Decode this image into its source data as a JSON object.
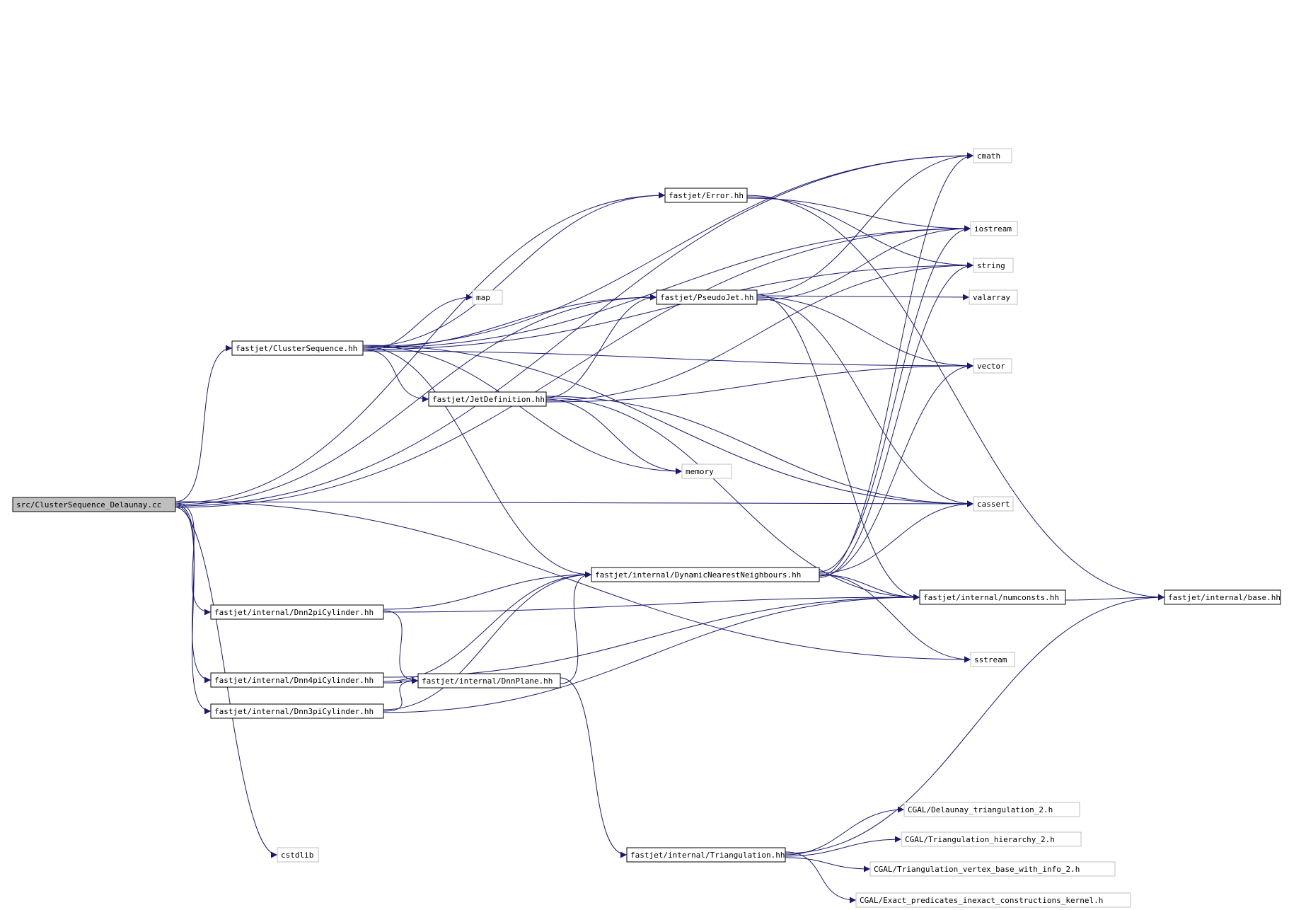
{
  "graph": {
    "colors": {
      "edge": "#191970",
      "root_fill": "#bfbfbf",
      "documented_border": "#000000",
      "external_border": "#bfbfbf",
      "node_fill": "#ffffff",
      "text": "#000000"
    },
    "nodes": [
      {
        "id": "root",
        "label": "src/ClusterSequence_Delaunay.cc",
        "kind": "root"
      },
      {
        "id": "cs",
        "label": "fastjet/ClusterSequence.hh",
        "kind": "doc"
      },
      {
        "id": "error",
        "label": "fastjet/Error.hh",
        "kind": "doc"
      },
      {
        "id": "pseudojet",
        "label": "fastjet/PseudoJet.hh",
        "kind": "doc"
      },
      {
        "id": "jetdef",
        "label": "fastjet/JetDefinition.hh",
        "kind": "doc"
      },
      {
        "id": "dnn",
        "label": "fastjet/internal/DynamicNearestNeighbours.hh",
        "kind": "doc"
      },
      {
        "id": "numconsts",
        "label": "fastjet/internal/numconsts.hh",
        "kind": "doc"
      },
      {
        "id": "base",
        "label": "fastjet/internal/base.hh",
        "kind": "doc"
      },
      {
        "id": "dnn2pi",
        "label": "fastjet/internal/Dnn2piCylinder.hh",
        "kind": "doc"
      },
      {
        "id": "dnn4pi",
        "label": "fastjet/internal/Dnn4piCylinder.hh",
        "kind": "doc"
      },
      {
        "id": "dnn3pi",
        "label": "fastjet/internal/Dnn3piCylinder.hh",
        "kind": "doc"
      },
      {
        "id": "dnnplane",
        "label": "fastjet/internal/DnnPlane.hh",
        "kind": "doc"
      },
      {
        "id": "triang",
        "label": "fastjet/internal/Triangulation.hh",
        "kind": "doc"
      },
      {
        "id": "map",
        "label": "map",
        "kind": "ext"
      },
      {
        "id": "memory",
        "label": "memory",
        "kind": "ext"
      },
      {
        "id": "cmath",
        "label": "cmath",
        "kind": "ext"
      },
      {
        "id": "iostream",
        "label": "iostream",
        "kind": "ext"
      },
      {
        "id": "string",
        "label": "string",
        "kind": "ext"
      },
      {
        "id": "valarray",
        "label": "valarray",
        "kind": "ext"
      },
      {
        "id": "vector",
        "label": "vector",
        "kind": "ext"
      },
      {
        "id": "cassert",
        "label": "cassert",
        "kind": "ext"
      },
      {
        "id": "sstream",
        "label": "sstream",
        "kind": "ext"
      },
      {
        "id": "cstdlib",
        "label": "cstdlib",
        "kind": "ext"
      },
      {
        "id": "cgal_del",
        "label": "CGAL/Delaunay_triangulation_2.h",
        "kind": "ext"
      },
      {
        "id": "cgal_hier",
        "label": "CGAL/Triangulation_hierarchy_2.h",
        "kind": "ext"
      },
      {
        "id": "cgal_vb",
        "label": "CGAL/Triangulation_vertex_base_with_info_2.h",
        "kind": "ext"
      },
      {
        "id": "cgal_kern",
        "label": "CGAL/Exact_predicates_inexact_constructions_kernel.h",
        "kind": "ext"
      }
    ],
    "edges": [
      [
        "root",
        "cs"
      ],
      [
        "root",
        "error"
      ],
      [
        "root",
        "pseudojet"
      ],
      [
        "root",
        "cmath"
      ],
      [
        "root",
        "iostream"
      ],
      [
        "root",
        "cassert"
      ],
      [
        "root",
        "dnn2pi"
      ],
      [
        "root",
        "dnn4pi"
      ],
      [
        "root",
        "dnn3pi"
      ],
      [
        "root",
        "cstdlib"
      ],
      [
        "root",
        "sstream"
      ],
      [
        "cs",
        "error"
      ],
      [
        "cs",
        "pseudojet"
      ],
      [
        "cs",
        "jetdef"
      ],
      [
        "cs",
        "map"
      ],
      [
        "cs",
        "memory"
      ],
      [
        "cs",
        "cmath"
      ],
      [
        "cs",
        "iostream"
      ],
      [
        "cs",
        "string"
      ],
      [
        "cs",
        "vector"
      ],
      [
        "cs",
        "cassert"
      ],
      [
        "cs",
        "dnn"
      ],
      [
        "error",
        "base"
      ],
      [
        "error",
        "string"
      ],
      [
        "error",
        "iostream"
      ],
      [
        "pseudojet",
        "numconsts"
      ],
      [
        "pseudojet",
        "valarray"
      ],
      [
        "pseudojet",
        "vector"
      ],
      [
        "pseudojet",
        "cassert"
      ],
      [
        "pseudojet",
        "iostream"
      ],
      [
        "pseudojet",
        "cmath"
      ],
      [
        "jetdef",
        "pseudojet"
      ],
      [
        "jetdef",
        "memory"
      ],
      [
        "jetdef",
        "string"
      ],
      [
        "jetdef",
        "vector"
      ],
      [
        "jetdef",
        "cassert"
      ],
      [
        "jetdef",
        "numconsts"
      ],
      [
        "dnn",
        "numconsts"
      ],
      [
        "dnn",
        "vector"
      ],
      [
        "dnn",
        "string"
      ],
      [
        "dnn",
        "iostream"
      ],
      [
        "dnn",
        "cassert"
      ],
      [
        "dnn",
        "sstream"
      ],
      [
        "dnn",
        "cmath"
      ],
      [
        "numconsts",
        "base"
      ],
      [
        "dnn2pi",
        "dnn"
      ],
      [
        "dnn2pi",
        "dnnplane"
      ],
      [
        "dnn2pi",
        "numconsts"
      ],
      [
        "dnn4pi",
        "dnn"
      ],
      [
        "dnn4pi",
        "dnnplane"
      ],
      [
        "dnn4pi",
        "numconsts"
      ],
      [
        "dnn3pi",
        "dnn"
      ],
      [
        "dnn3pi",
        "dnnplane"
      ],
      [
        "dnn3pi",
        "numconsts"
      ],
      [
        "dnnplane",
        "dnn"
      ],
      [
        "dnnplane",
        "triang"
      ],
      [
        "triang",
        "base"
      ],
      [
        "triang",
        "cgal_del"
      ],
      [
        "triang",
        "cgal_hier"
      ],
      [
        "triang",
        "cgal_vb"
      ],
      [
        "triang",
        "cgal_kern"
      ]
    ]
  }
}
